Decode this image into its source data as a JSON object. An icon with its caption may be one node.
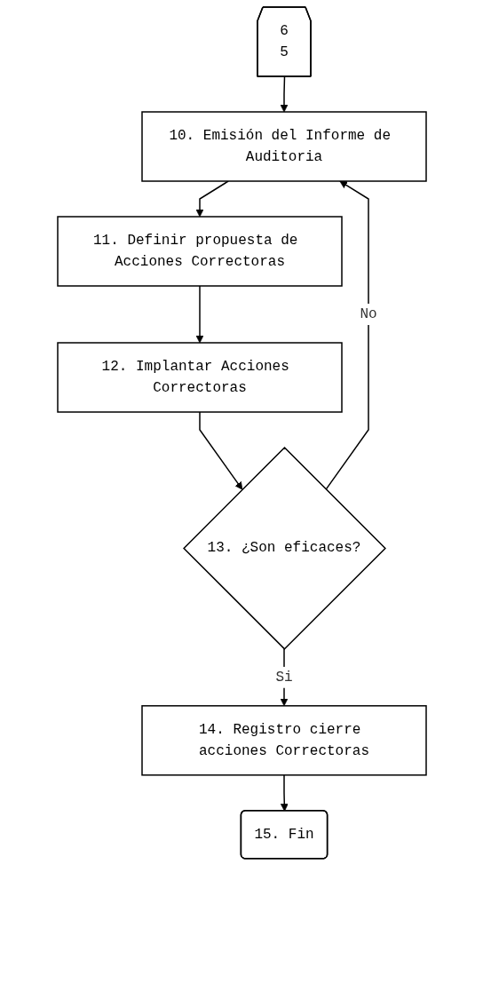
{
  "diagram": {
    "nodes": [
      {
        "text": [
          "6",
          "5"
        ]
      },
      {
        "text": [
          "10. Emisión del Informe de Auditoria"
        ]
      },
      {
        "text": [
          "11. Definir propuesta de Acciones Correctoras"
        ]
      },
      {
        "text": [
          "12. Implantar Acciones Correctoras"
        ]
      },
      {
        "text": [
          "13. ¿Son eficaces?"
        ]
      },
      {
        "text": [
          "14. Registro cierre acciones Correctoras"
        ]
      },
      {
        "text": [
          "15. Fin"
        ]
      }
    ],
    "edges": [
      {
        "from": 0,
        "to": 1,
        "arrow": "to"
      },
      {
        "from": 1,
        "to": 2,
        "arrow": "to"
      },
      {
        "from": 2,
        "to": 3,
        "arrow": "to"
      },
      {
        "from": 3,
        "to": 4,
        "arrow": "to"
      },
      {
        "from": 4,
        "to": 1,
        "arrow": "to",
        "label": "No"
      },
      {
        "from": 4,
        "to": 5,
        "arrow": "to",
        "label": "Si"
      },
      {
        "from": 5,
        "to": 6,
        "arrow": "to"
      }
    ]
  }
}
